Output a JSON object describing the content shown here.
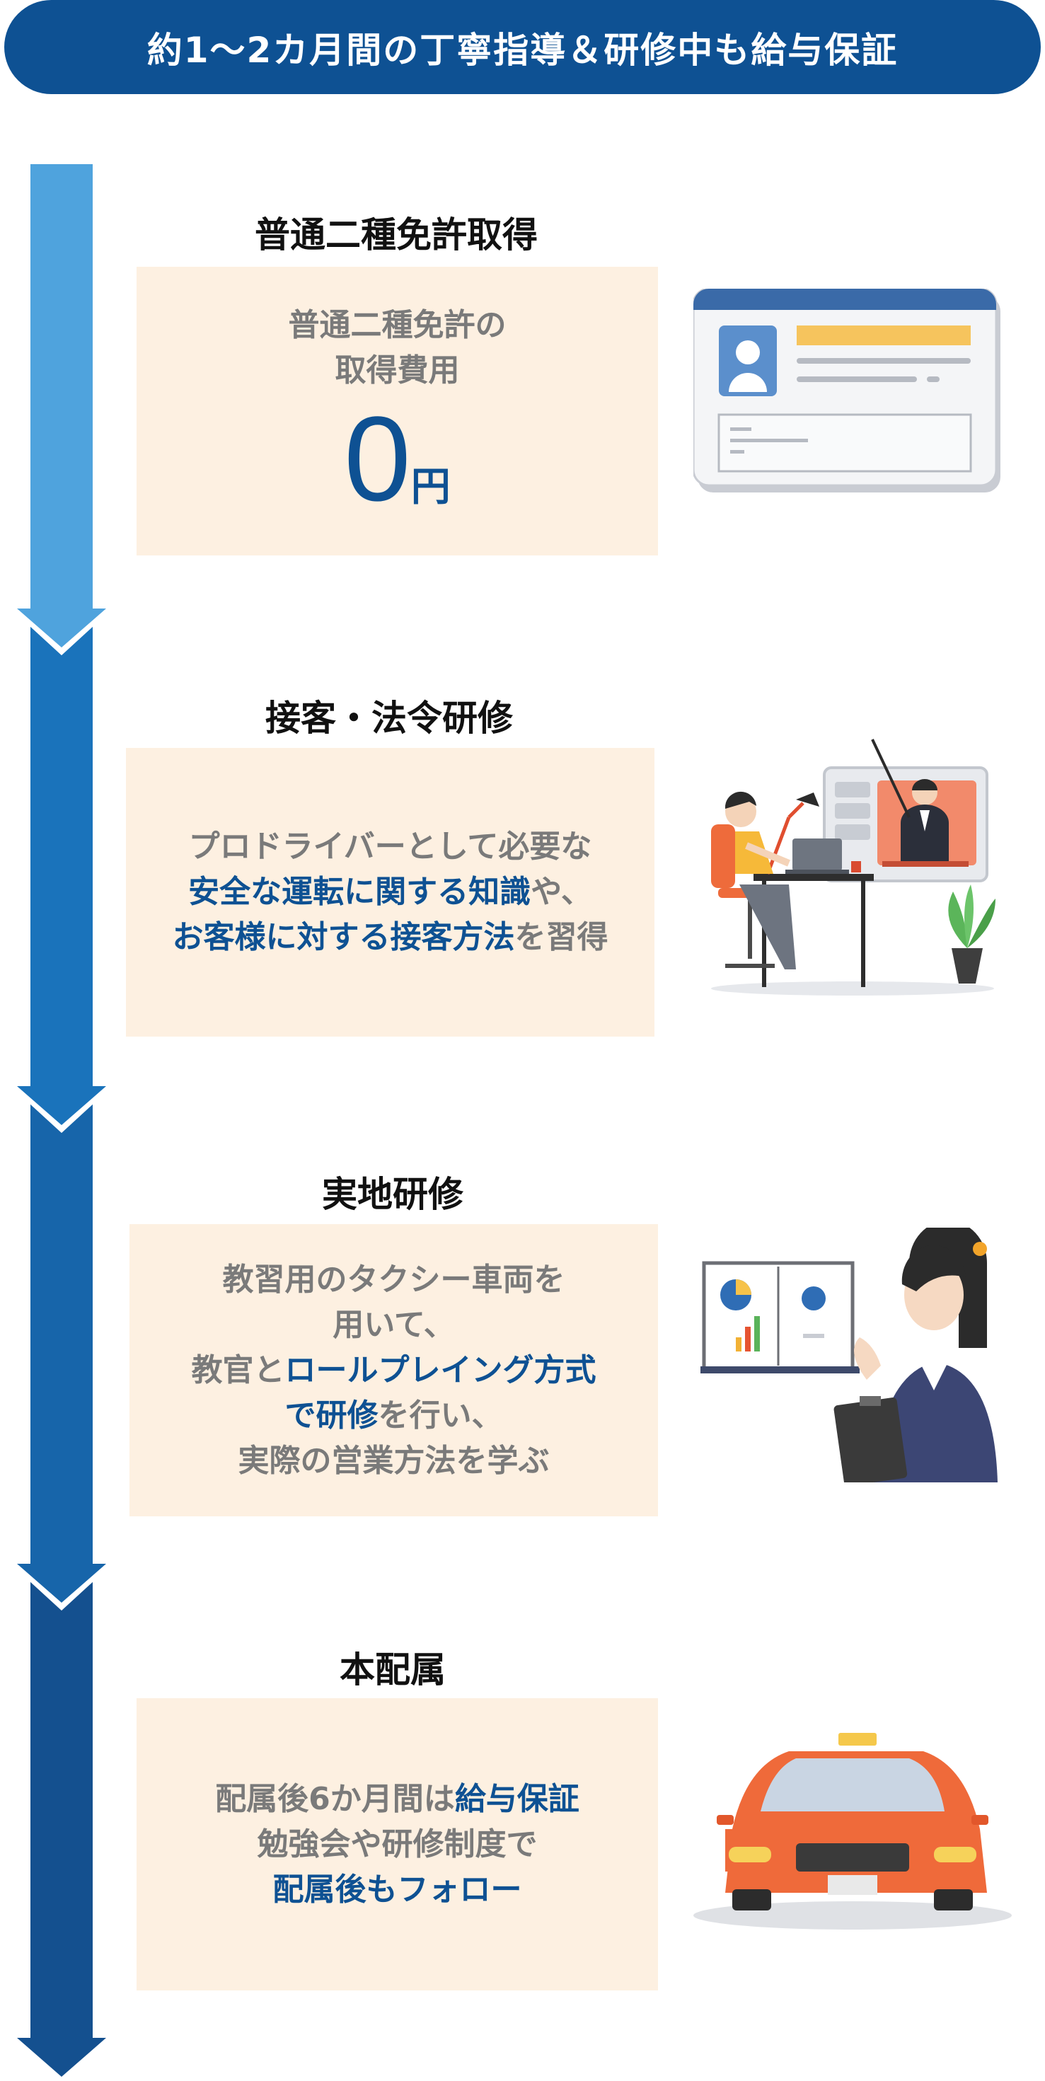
{
  "banner": {
    "text": "約1〜2カ月間の丁寧指導＆研修中も給与保証"
  },
  "colors": {
    "banner": "#0e5193",
    "step1_arrow": "#4fa3dd",
    "step2_arrow": "#1a73bb",
    "step3_arrow": "#1765aa",
    "step4_arrow": "#14508f",
    "card_bg": "#fdf0e1",
    "highlight": "#0e5193",
    "body_text": "#7a7a7a"
  },
  "steps": [
    {
      "title": "普通二種免許取得",
      "card": {
        "line1": "普通二種免許の",
        "line2": "取得費用",
        "amount": "0",
        "unit": "円"
      },
      "illustration": "license-card-icon"
    },
    {
      "title": "接客・法令研修",
      "card": {
        "line1": "プロドライバーとして必要な",
        "line2_hl": "安全な運転に関する知識",
        "line2_tail": "や、",
        "line3_hl": "お客様に対する接客方法",
        "line3_tail": "を習得"
      },
      "illustration": "online-training-illustration"
    },
    {
      "title": "実地研修",
      "card": {
        "line1": "教習用のタクシー車両を",
        "line2": "用いて、",
        "line3_pre": "教官と",
        "line3_hl": "ロールプレイング方式",
        "line4_hl": "で研修",
        "line4_tail": "を行い、",
        "line5": "実際の営業方法を学ぶ"
      },
      "illustration": "instructor-presentation-illustration"
    },
    {
      "title": "本配属",
      "card": {
        "line1_pre": "配属後6か月間は",
        "line1_hl": "給与保証",
        "line2": "勉強会や研修制度で",
        "line3_hl": "配属後もフォロー"
      },
      "illustration": "taxi-car-illustration"
    }
  ]
}
